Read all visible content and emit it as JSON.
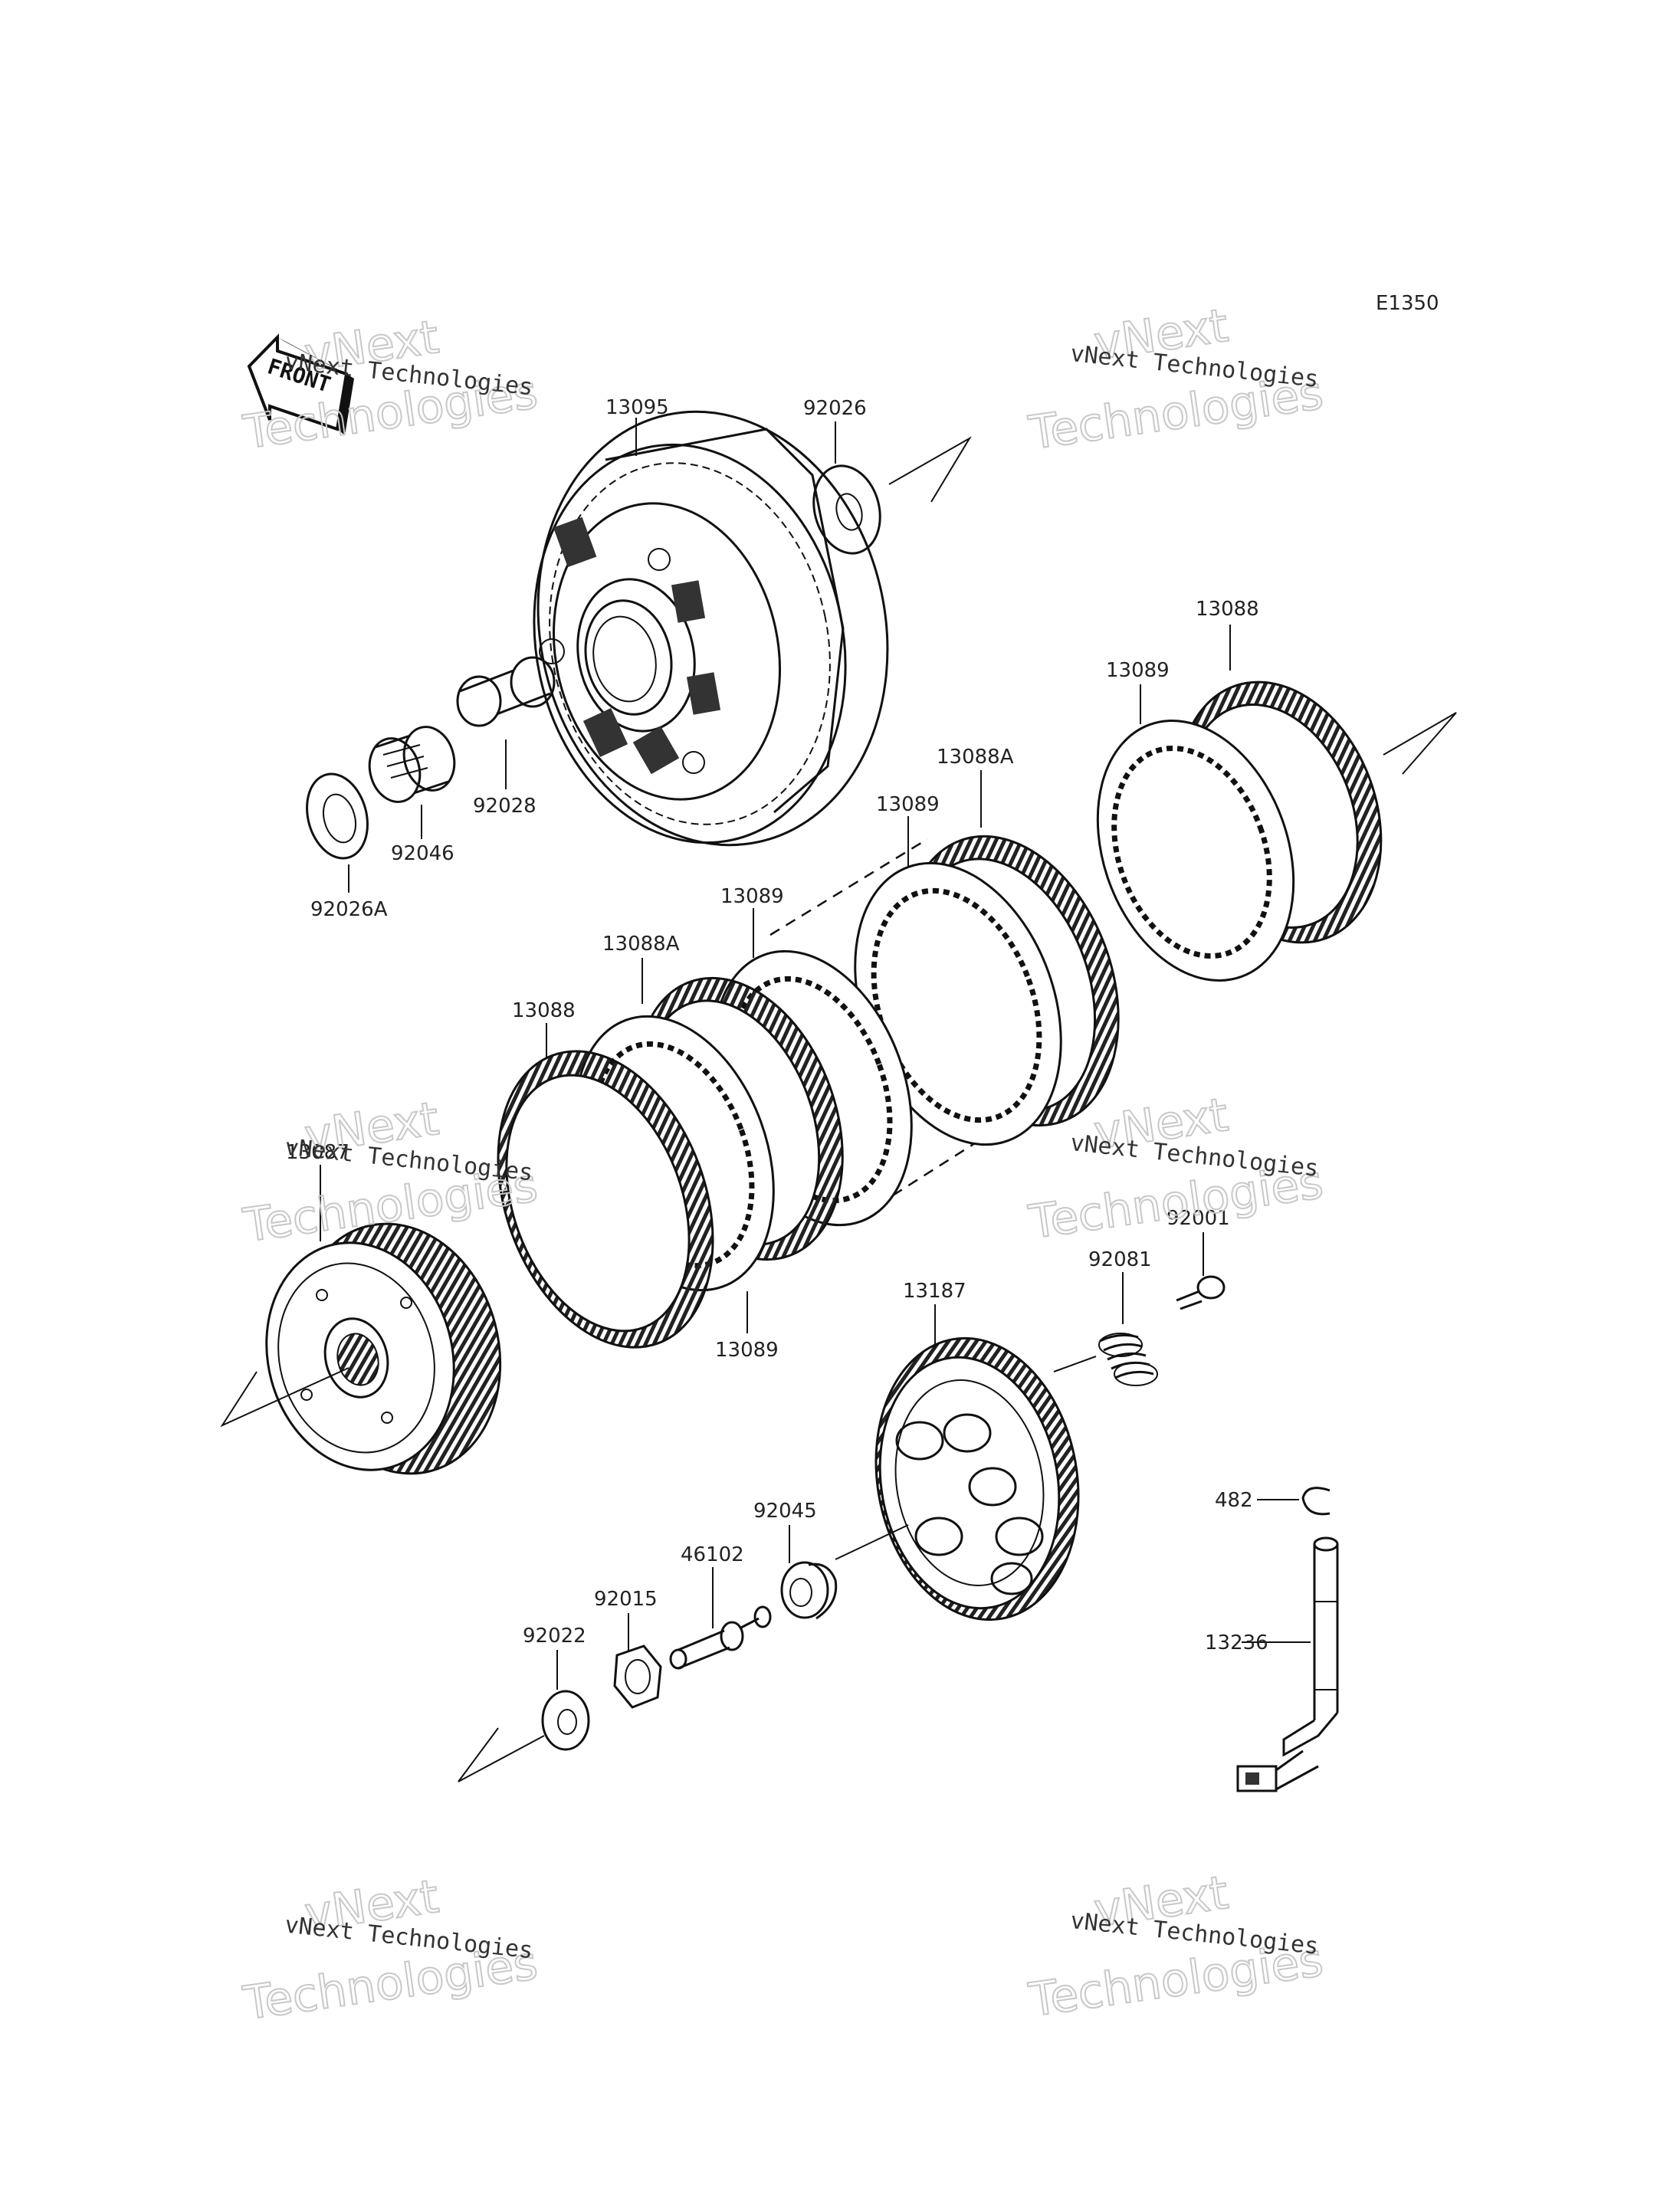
{
  "diagram_code": "E1350",
  "front_arrow_label": "FRONT",
  "watermark": {
    "line1": "vNext Technologies",
    "line2": "vNext",
    "line3": "Technologies"
  },
  "parts": {
    "p13095": "13095",
    "p92026": "92026",
    "p92028": "92028",
    "p92046": "92046",
    "p92026A": "92026A",
    "p13088_top": "13088",
    "p13089_top": "13089",
    "p13088A_upper": "13088A",
    "p13089_mid": "13089",
    "p13089_left": "13089",
    "p13088A_lower": "13088A",
    "p13088_left": "13088",
    "p13087": "13087",
    "p13089_bottom": "13089",
    "p92001": "92001",
    "p92081": "92081",
    "p13187": "13187",
    "p92045": "92045",
    "p46102": "46102",
    "p92015": "92015",
    "p92022": "92022",
    "p482": "482",
    "p13236": "13236"
  }
}
